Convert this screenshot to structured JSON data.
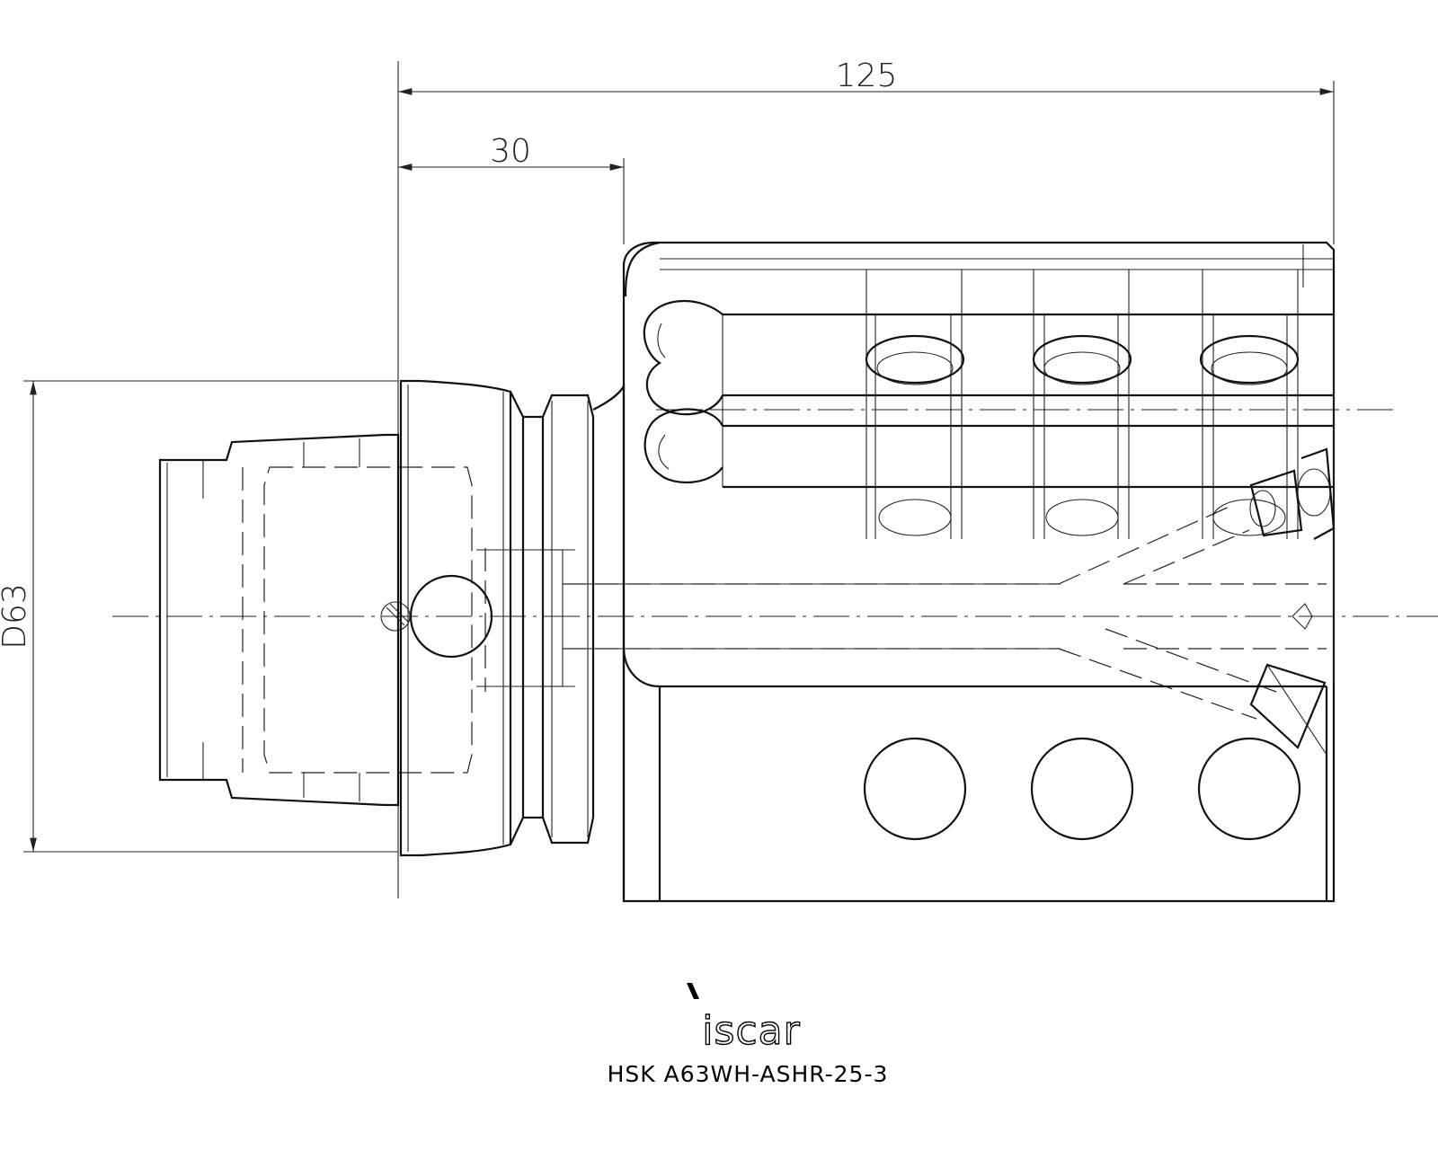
{
  "dimensions": {
    "overall_length": "125",
    "gauge_length": "30",
    "diameter": "D63"
  },
  "brand": {
    "logo_text": "iscar"
  },
  "caption": {
    "part_number": "HSK A63WH-ASHR-25-3"
  }
}
